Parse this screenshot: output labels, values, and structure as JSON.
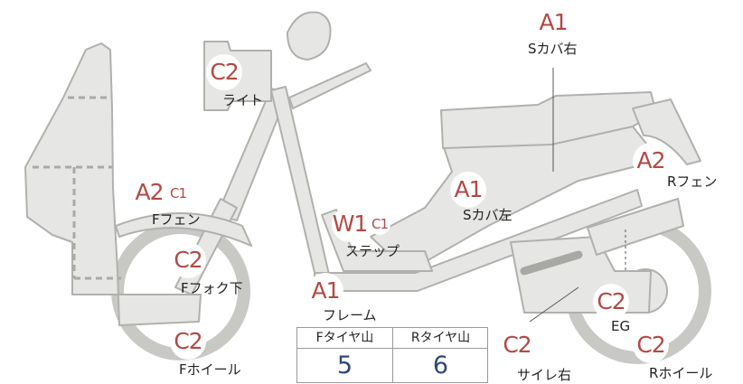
{
  "badges": {
    "s_cover_right": "A1",
    "light": "C2",
    "r_fender": "A2",
    "f_fender": "A2",
    "f_fender_sub": "C1",
    "s_cover_left": "A1",
    "step": "W1",
    "step_sub": "C1",
    "f_fork": "C2",
    "frame": "A1",
    "eg": "C2",
    "muffler_right": "C2",
    "f_wheel": "C2",
    "r_wheel": "C2"
  },
  "labels": {
    "s_cover_right": "Sカバ右",
    "light": "ライト",
    "r_fender": "Rフェン",
    "f_fender": "Fフェン",
    "s_cover_left": "Sカバ左",
    "step": "ステップ",
    "f_fork": "Fフォク下",
    "frame": "フレーム",
    "eg": "EG",
    "muffler_right": "サイレ右",
    "f_wheel": "Fホイール",
    "r_wheel": "Rホイール"
  },
  "tread": {
    "front_label": "Fタイヤ山",
    "rear_label": "Rタイヤ山",
    "front_value": "5",
    "rear_value": "6"
  },
  "colors": {
    "part_fill": "#e6e6e4",
    "part_stroke": "#b0b0ad",
    "badge_text": "#b24a44",
    "value_text": "#2e4a7a"
  }
}
